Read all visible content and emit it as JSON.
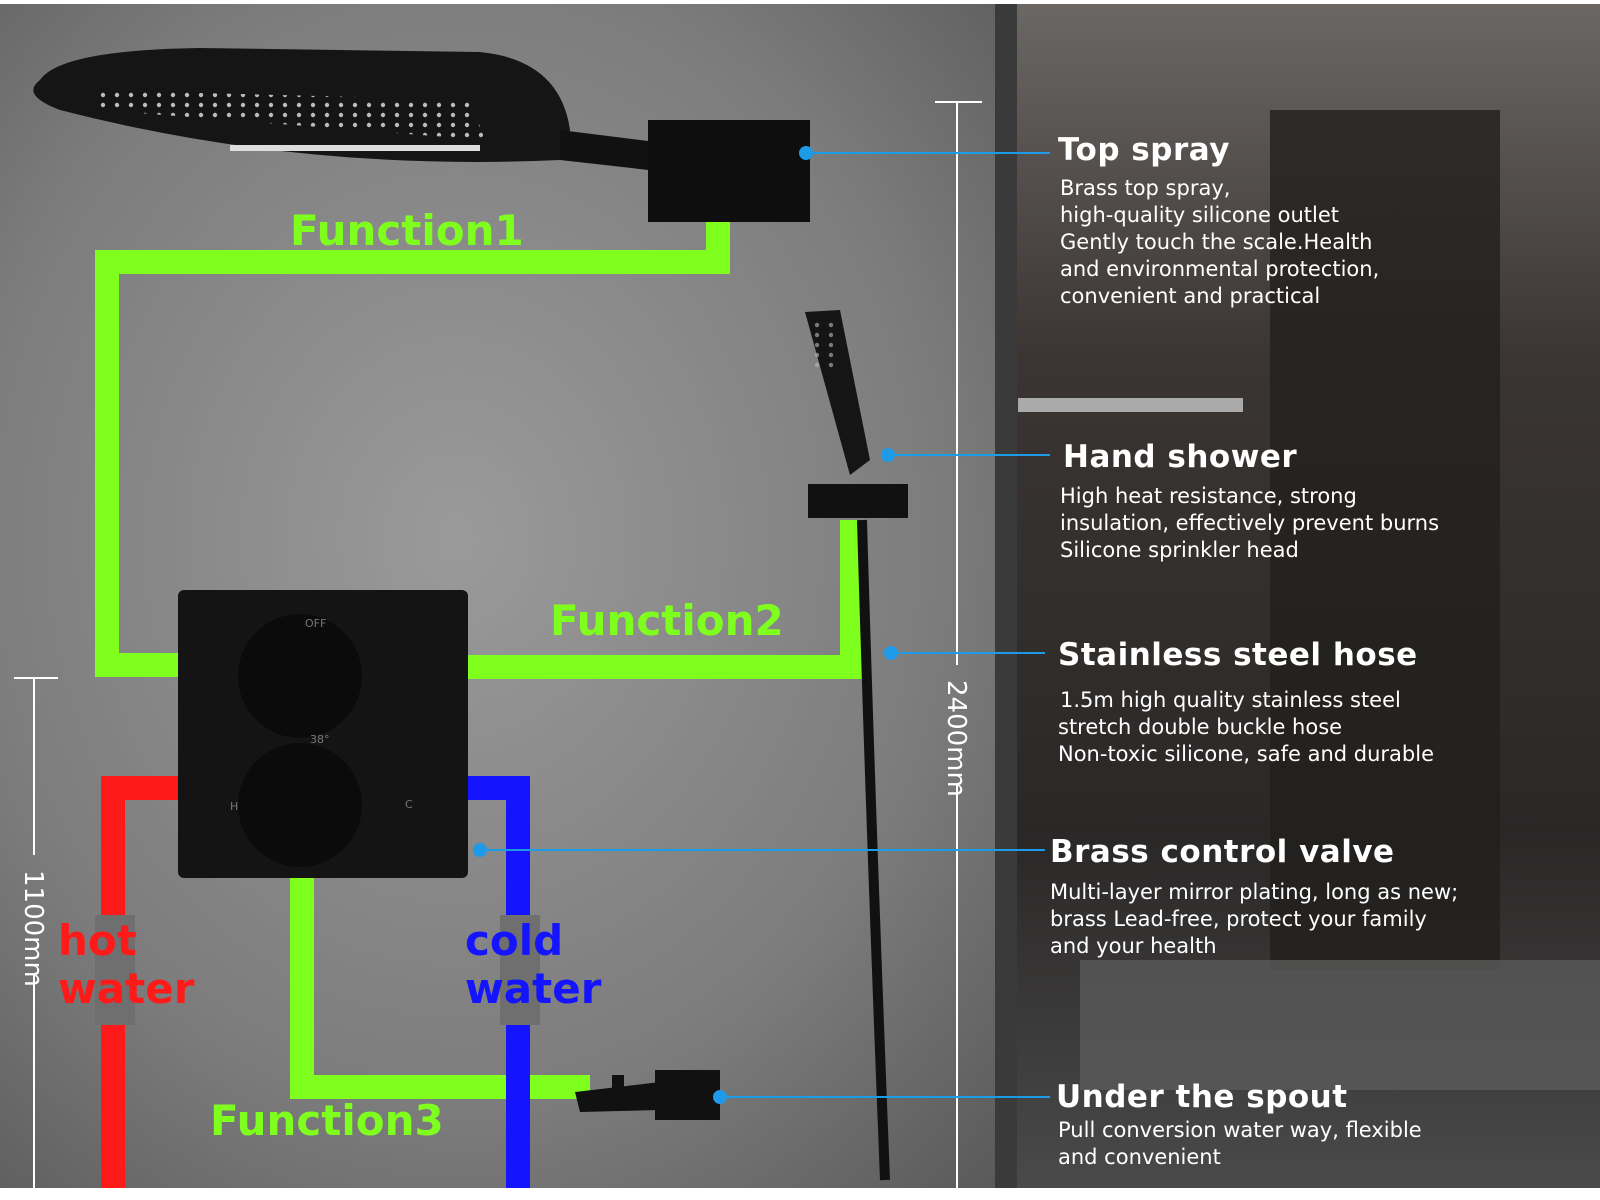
{
  "colors": {
    "function_pipe": "#7fff1e",
    "hot_pipe": "#ff1a1a",
    "cold_pipe": "#1414ff",
    "callout": "#1e9be8"
  },
  "pipes": {
    "function1": "Function1",
    "function2": "Function2",
    "function3": "Function3",
    "hot": [
      "hot",
      "water"
    ],
    "cold": [
      "cold",
      "water"
    ]
  },
  "dimensions": {
    "total_height": "2400mm",
    "valve_height": "1100mm"
  },
  "valve_labels": {
    "off": "OFF",
    "temp": "38°",
    "hot": "H",
    "cold": "C"
  },
  "features": [
    {
      "title": "Top spray",
      "lines": [
        "Brass top spray,",
        "high-quality silicone outlet",
        "Gently touch the scale.Health",
        "and environmental protection,",
        "convenient and practical"
      ]
    },
    {
      "title": "Hand shower",
      "lines": [
        "High heat resistance, strong",
        "insulation, effectively prevent burns",
        "Silicone sprinkler head"
      ]
    },
    {
      "title": "Stainless steel hose",
      "lines": [
        "1.5m high quality stainless steel",
        "stretch double buckle hose",
        "Non-toxic silicone, safe and durable"
      ]
    },
    {
      "title": "Brass control valve",
      "lines": [
        "Multi-layer mirror plating, long as new;",
        "brass Lead-free, protect your family",
        "and your health"
      ]
    },
    {
      "title": "Under the spout",
      "lines": [
        "Pull conversion water way, flexible",
        "and convenient"
      ]
    }
  ]
}
